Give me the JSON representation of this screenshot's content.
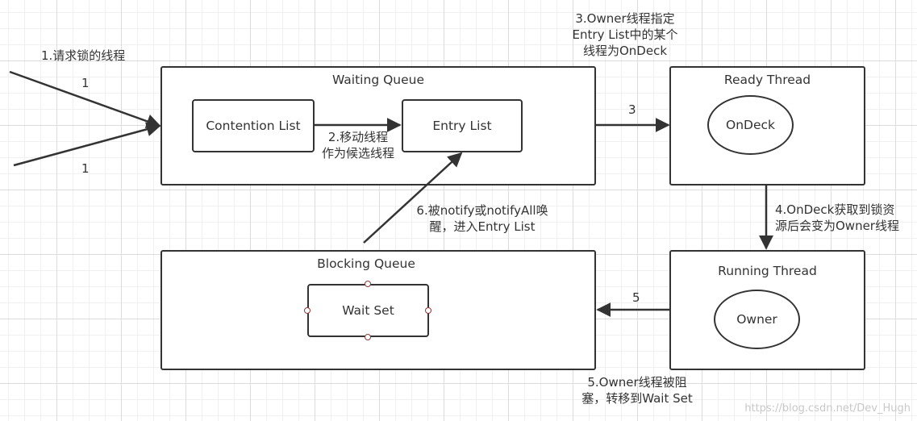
{
  "boxes": {
    "waiting_queue": "Waiting Queue",
    "ready_thread": "Ready Thread",
    "blocking_queue": "Blocking Queue",
    "running_thread": "Running Thread"
  },
  "nodes": {
    "contention_list": "Contention List",
    "entry_list": "Entry List",
    "ondeck": "OnDeck",
    "wait_set": "Wait Set",
    "owner": "Owner"
  },
  "edge_labels": {
    "step1_title": "1.请求锁的线程",
    "step1_a": "1",
    "step1_b": "1",
    "step2_line1": "2.移动线程",
    "step2_line2": "作为候选线程",
    "step3_line1": "3.Owner线程指定",
    "step3_line2": "Entry List中的某个",
    "step3_line3": "线程为OnDeck",
    "step3_num": "3",
    "step4_line1": "4.OnDeck获取到锁资",
    "step4_line2": "源后会变为Owner线程",
    "step5_num": "5",
    "step5_line1": "5.Owner线程被阻",
    "step5_line2": "塞，转移到Wait Set",
    "step6_line1": "6.被notify或notifyAll唤",
    "step6_line2": "醒，进入Entry List"
  },
  "watermark": "https://blog.csdn.net/Dev_Hugh",
  "colors": {
    "stroke": "#333333",
    "handle": "#8b3a3a",
    "grid": "#dcdcdc"
  }
}
